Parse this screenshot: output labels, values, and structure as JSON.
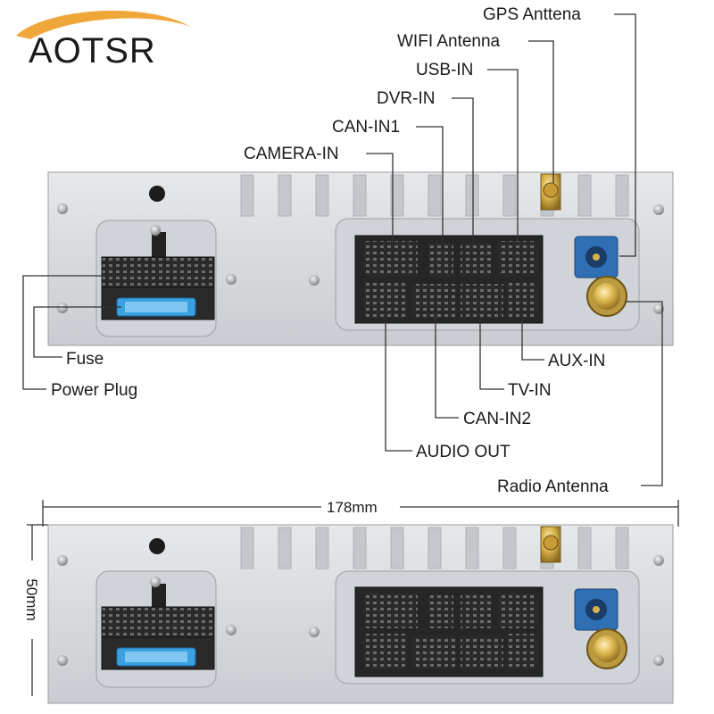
{
  "brand": {
    "name": "AOTSR",
    "swoosh_color": "#f0a73a"
  },
  "labels_top": {
    "gps_antenna": "GPS Anttena",
    "wifi_antenna": "WIFI Antenna",
    "usb_in": "USB-IN",
    "dvr_in": "DVR-IN",
    "can_in1": "CAN-IN1",
    "camera_in": "CAMERA-IN"
  },
  "labels_left": {
    "fuse": "Fuse",
    "power_plug": "Power Plug"
  },
  "labels_bottom": {
    "aux_in": "AUX-IN",
    "tv_in": "TV-IN",
    "can_in2": "CAN-IN2",
    "audio_out": "AUDIO OUT",
    "radio_antenna": "Radio Antenna"
  },
  "dimensions": {
    "width": "178mm",
    "height": "50mm"
  },
  "colors": {
    "panel": "#dde0e3",
    "connector": "#2c2c2c",
    "fuse": "#3aa0e0",
    "fakra": "#2f6fb4",
    "gold": "#d8b24a"
  }
}
